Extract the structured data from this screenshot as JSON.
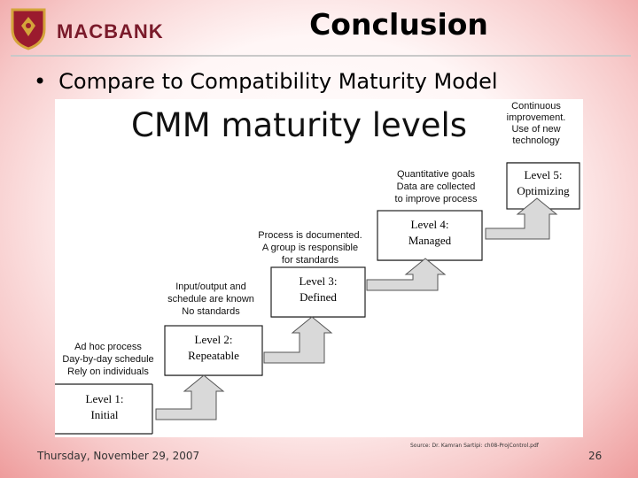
{
  "header": {
    "logo_text": "MACBANK",
    "title": "Conclusion"
  },
  "bullet": {
    "marker": "•",
    "text": "Compare to Compatibility Maturity Model"
  },
  "figure": {
    "heading": "CMM maturity levels",
    "levels": [
      {
        "name": "Level 1:",
        "subtitle": "Initial",
        "notes": [
          "Ad hoc process",
          "Day-by-day schedule",
          "Rely on individuals"
        ]
      },
      {
        "name": "Level 2:",
        "subtitle": "Repeatable",
        "notes": [
          "Input/output and",
          "schedule are known",
          "No standards"
        ]
      },
      {
        "name": "Level 3:",
        "subtitle": "Defined",
        "notes": [
          "Process is documented.",
          "A group is responsible",
          "for standards"
        ]
      },
      {
        "name": "Level 4:",
        "subtitle": "Managed",
        "notes": [
          "Quantitative goals",
          "Data are collected",
          "to improve process"
        ]
      },
      {
        "name": "Level 5:",
        "subtitle": "Optimizing",
        "notes": [
          "Continuous",
          "improvement.",
          "Use of new",
          "technology"
        ]
      }
    ]
  },
  "footer": {
    "date": "Thursday, November 29, 2007",
    "source": "Source: Dr. Kamran Sartipi: ch08-ProjControl.pdf",
    "page_number": "26"
  },
  "colors": {
    "logo_text": "#7a1a2a",
    "shield_red": "#9b1b2e",
    "shield_gold": "#d4a43a",
    "arrow_fill": "#d9d9d9",
    "arrow_stroke": "#555555"
  }
}
